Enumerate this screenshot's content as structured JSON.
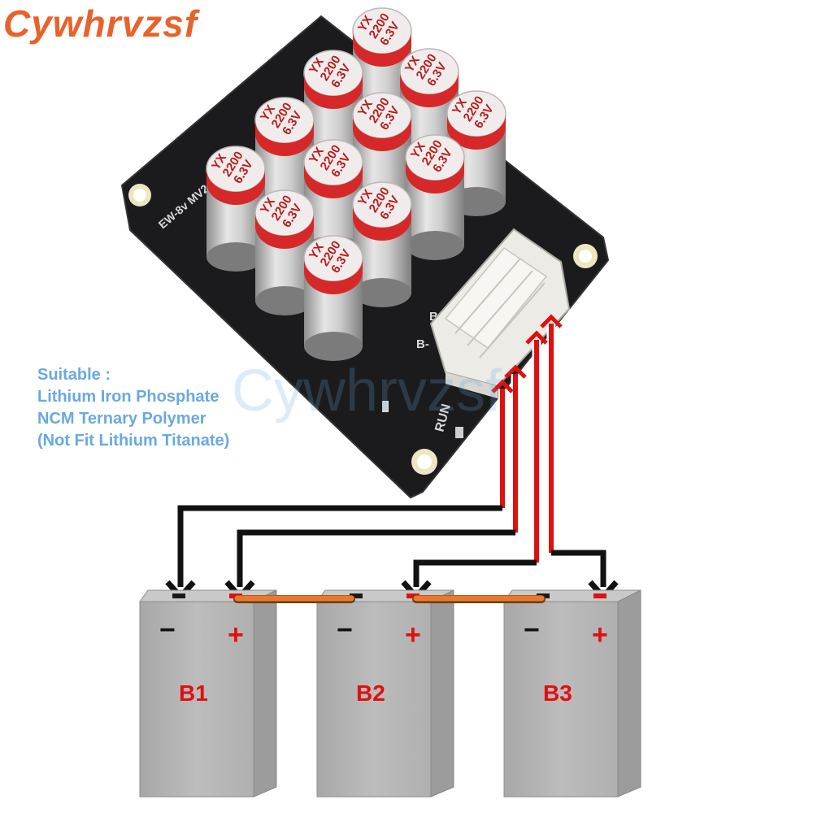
{
  "brand": {
    "text": "Cywhrvzsf",
    "color": "#e8632c"
  },
  "watermark": {
    "text": "Cywhrvzsf"
  },
  "notes": {
    "color": "#6aa9e0",
    "lines": [
      "Suitable :",
      "Lithium Iron Phosphate",
      "NCM Ternary Polymer",
      "(Not Fit Lithium Titanate)"
    ]
  },
  "board": {
    "silkscreen": {
      "b_minus": "B-",
      "b": "B",
      "run": "RUN"
    }
  },
  "capacitor": {
    "brand": "YX",
    "capacitance": "2200",
    "voltage": "6.3V",
    "count": 12
  },
  "batteries": [
    {
      "label": "B1",
      "minus": "−",
      "plus": "+"
    },
    {
      "label": "B2",
      "minus": "−",
      "plus": "+"
    },
    {
      "label": "B3",
      "minus": "−",
      "plus": "+"
    }
  ],
  "colors": {
    "wire_positive": "#e01010",
    "wire_negative": "#111111",
    "bus_bar": "#e8792f",
    "battery_label": "#e01010",
    "battery_body": "#b7b7b7",
    "pcb": "#1b1b1d"
  }
}
